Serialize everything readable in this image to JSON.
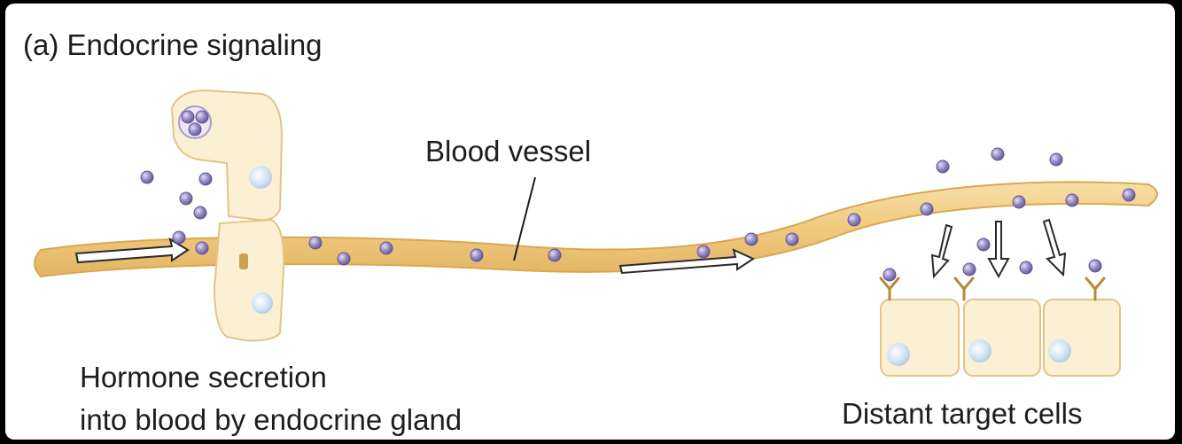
{
  "title": "(a)  Endocrine signaling",
  "labels": {
    "blood_vessel": "Blood vessel",
    "gland_caption_line1": "Hormone secretion",
    "gland_caption_line2": "into blood by endocrine gland",
    "target_caption": "Distant target cells"
  },
  "colors": {
    "vessel_fill": "#f2d08c",
    "vessel_edge": "#d9a850",
    "cell_fill": "#fbf0d4",
    "cell_edge": "#e3c488",
    "hormone_fill": "#9b8fc6",
    "hormone_edge": "#5f5694",
    "receptor": "#b58a3c"
  },
  "icons": {
    "flow_arrow": "hollow-right-arrow",
    "binding_arrow": "hollow-down-arrow",
    "hormone": "purple-sphere",
    "receptor": "y-shaped-receptor"
  }
}
